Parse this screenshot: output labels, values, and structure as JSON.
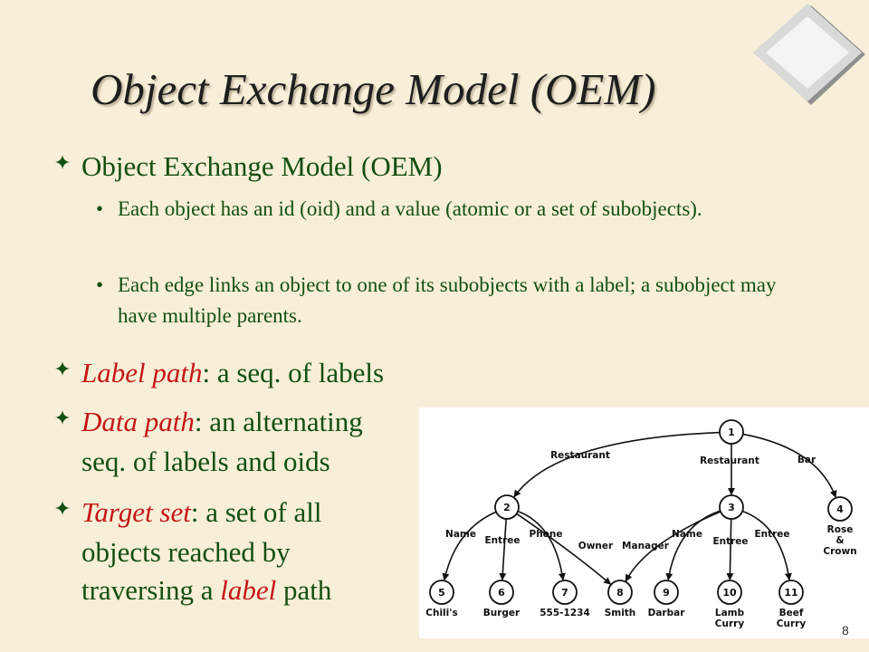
{
  "slide": {
    "title": "Object Exchange Model (OEM)",
    "bullets": {
      "oem": "Object Exchange Model (OEM)",
      "oem_sub1": "Each object has an id (oid) and a value (atomic or a set of subobjects).",
      "oem_sub2": "Each edge links an object to one of its subobjects with a label; a subobject may have multiple parents.",
      "label_path_term": "Label path",
      "label_path_rest": ": a seq. of labels",
      "data_path_term": "Data path",
      "data_path_rest_1": ": an alternating",
      "data_path_rest_2": "seq. of labels and oids",
      "target_set_term": "Target set",
      "target_set_rest_1": ": a set of all",
      "target_set_rest_2": "objects reached by",
      "target_set_rest_3a": "traversing a ",
      "target_set_rest_3b": "label",
      "target_set_rest_3c": " path"
    },
    "page_number": "8",
    "colors": {
      "background": "#f8efd9",
      "bullet_text": "#124f12",
      "term_red": "#c41616"
    }
  },
  "diagram": {
    "nodes": [
      {
        "id": "1",
        "label": ""
      },
      {
        "id": "2",
        "label": ""
      },
      {
        "id": "3",
        "label": ""
      },
      {
        "id": "4",
        "label": "Rose & Crown"
      },
      {
        "id": "5",
        "label": "Chili's"
      },
      {
        "id": "6",
        "label": "Burger"
      },
      {
        "id": "7",
        "label": "555-1234"
      },
      {
        "id": "8",
        "label": "Smith"
      },
      {
        "id": "9",
        "label": "Darbar"
      },
      {
        "id": "10",
        "label": "Lamb Curry"
      },
      {
        "id": "11",
        "label": "Beef Curry"
      }
    ],
    "edges": [
      {
        "from": "1",
        "to": "2",
        "label": "Restaurant"
      },
      {
        "from": "1",
        "to": "3",
        "label": "Restaurant"
      },
      {
        "from": "1",
        "to": "4",
        "label": "Bar"
      },
      {
        "from": "2",
        "to": "5",
        "label": "Name"
      },
      {
        "from": "2",
        "to": "6",
        "label": "Entree"
      },
      {
        "from": "2",
        "to": "7",
        "label": "Phone"
      },
      {
        "from": "2",
        "to": "8",
        "label": "Owner"
      },
      {
        "from": "3",
        "to": "8",
        "label": "Manager"
      },
      {
        "from": "3",
        "to": "9",
        "label": "Name"
      },
      {
        "from": "3",
        "to": "10",
        "label": "Entree"
      },
      {
        "from": "3",
        "to": "11",
        "label": "Entree"
      }
    ]
  }
}
